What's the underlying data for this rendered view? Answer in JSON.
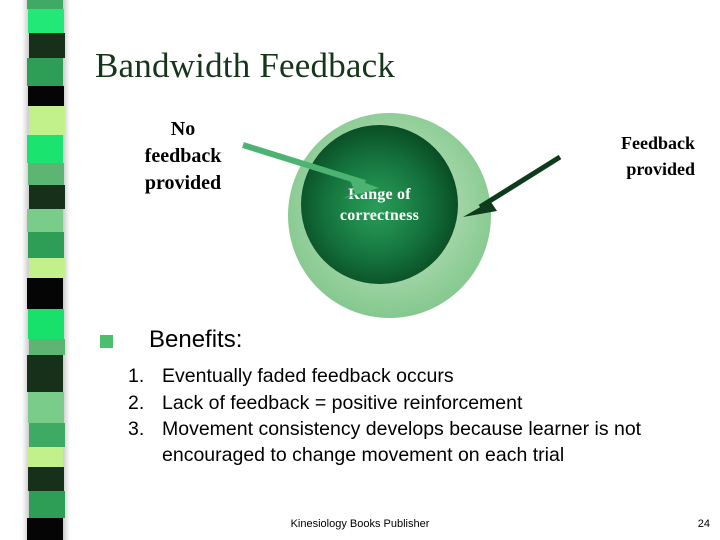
{
  "slide": {
    "title": "Bandwidth Feedback",
    "page_background": "#ffffff",
    "title_color": "#17351b"
  },
  "stripe": {
    "name": "decorative-green-stripe",
    "bands": [
      {
        "color": "#3faa63",
        "height": 14
      },
      {
        "color": "#22e878",
        "height": 26
      },
      {
        "color": "#17301a",
        "height": 28
      },
      {
        "color": "#2e9e57",
        "height": 30
      },
      {
        "color": "#050505",
        "height": 22
      },
      {
        "color": "#c2f08a",
        "height": 32
      },
      {
        "color": "#1ae46f",
        "height": 30
      },
      {
        "color": "#5cb573",
        "height": 24
      },
      {
        "color": "#17301a",
        "height": 26
      },
      {
        "color": "#79cc8a",
        "height": 26
      },
      {
        "color": "#2e9e57",
        "height": 28
      },
      {
        "color": "#c2f08a",
        "height": 22
      },
      {
        "color": "#050505",
        "height": 34
      },
      {
        "color": "#17e06b",
        "height": 32
      },
      {
        "color": "#5cb573",
        "height": 18
      },
      {
        "color": "#17301a",
        "height": 40
      },
      {
        "color": "#79cc8a",
        "height": 34
      },
      {
        "color": "#3faa63",
        "height": 26
      },
      {
        "color": "#c2f08a",
        "height": 22
      },
      {
        "color": "#17301a",
        "height": 26
      },
      {
        "color": "#2e9e57",
        "height": 30
      },
      {
        "color": "#050505",
        "height": 28
      }
    ]
  },
  "diagram": {
    "outer_circle": {
      "label": "outer-ring",
      "color": "#8fcf98"
    },
    "inner_circle": {
      "label_line1": "Range of",
      "label_line2": "correctness",
      "label_color": "#ffffff",
      "color": "#0b5228"
    },
    "left_label": {
      "line1": "No",
      "line2": "feedback",
      "line3": "provided"
    },
    "right_label": {
      "line1": "Feedback",
      "line2": "provided"
    },
    "left_arrow": {
      "name": "no-feedback-arrow",
      "color": "#4cb372"
    },
    "right_arrow": {
      "name": "feedback-provided-arrow",
      "color": "#0d3b1c"
    }
  },
  "body": {
    "benefits_heading": "Benefits:",
    "bullet_color": "#4cbf6c",
    "items": [
      {
        "marker": "1.",
        "text": "Eventually faded feedback occurs"
      },
      {
        "marker": "2.",
        "text": "Lack of feedback = positive reinforcement"
      },
      {
        "marker": "3.",
        "text": "Movement consistency develops because learner is not encouraged to change movement on each trial"
      }
    ]
  },
  "footer": {
    "publisher": "Kinesiology Books Publisher",
    "page_number": "24"
  }
}
